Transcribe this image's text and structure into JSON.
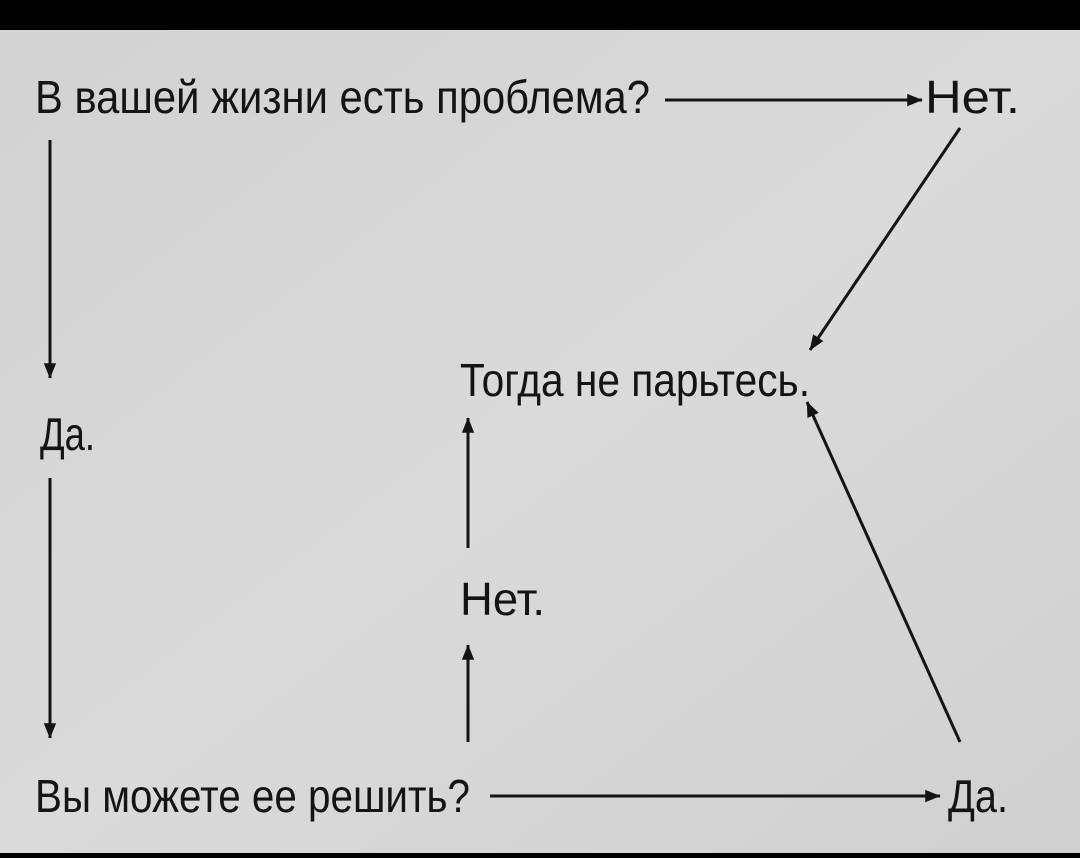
{
  "diagram": {
    "question1": "В вашей жизни есть проблема?",
    "no1": "Нет.",
    "result": "Тогда не парьтесь.",
    "yes1": "Да.",
    "no2": "Нет.",
    "question2": "Вы можете ее решить?",
    "yes2": "Да."
  },
  "colors": {
    "page": "#d6d6d6",
    "ink": "#141414",
    "frame": "#000000"
  }
}
